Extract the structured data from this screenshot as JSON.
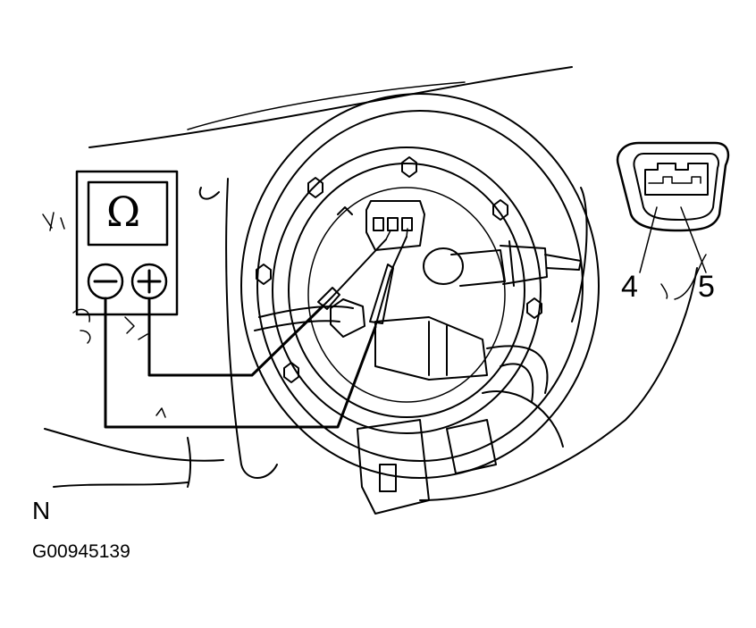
{
  "meter": {
    "unit_symbol": "Ω",
    "negative_terminal": "−",
    "positive_terminal": "+"
  },
  "connector": {
    "pin_a": "4",
    "pin_b": "5"
  },
  "view_letter": "N",
  "figure_code": "G00945139",
  "colors": {
    "ink": "#000000",
    "paper": "#ffffff"
  }
}
